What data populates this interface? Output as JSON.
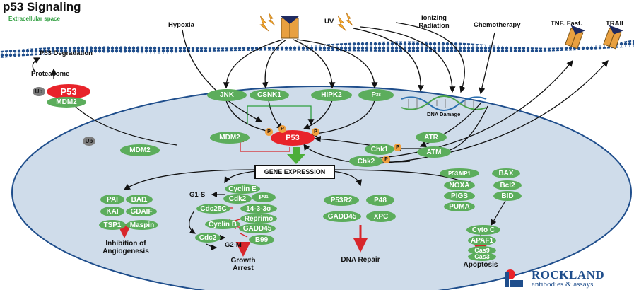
{
  "title": "p53 Signaling",
  "extracellular_label": "Extracellular space",
  "stimuli": {
    "hypoxia": "Hypoxia",
    "uv": "UV",
    "ionizing": "Ionizing\nRadiation",
    "chemotherapy": "Chemotherapy",
    "tnf": "TNF. Fast.",
    "trail": "TRAIL"
  },
  "degradation": {
    "p53_degradation": "P53 Degradation",
    "proteasome": "Proteasome",
    "ub": "Ub",
    "p53": "P53",
    "mdm2": "MDM2"
  },
  "kinases": [
    "JNK",
    "CSNK1",
    "HIPK2",
    "P38"
  ],
  "p38_label": {
    "main": "P",
    "sup": "38"
  },
  "center": {
    "mdm2": "MDM2",
    "p53": "P53",
    "p": "P",
    "chk1": "Chk1",
    "chk2": "Chk2",
    "atr": "ATR",
    "atm": "ATM",
    "dna_damage": "DNA Damage",
    "ub2": "Ub",
    "mdm2_left": "MDM2"
  },
  "gene_expression": "GENE EXPRESSION",
  "angiogenesis": {
    "items": [
      "PAI",
      "BAI1",
      "KAI",
      "GDAIF",
      "TSP1",
      "Maspin"
    ],
    "outcome": "Inhibition of\nAngiogenesis"
  },
  "cell_cycle": {
    "g1s": "G1-S",
    "cyclin_e": "Cyclin E",
    "cdk2": "Cdk2",
    "p21": {
      "main": "P",
      "sup": "21"
    },
    "cdc25c": "Cdc25C",
    "sigma": "14-3-3σ",
    "reprimo": "Reprimo",
    "cyclin_b": "Cyclin B",
    "gadd45": "GADD45",
    "cdc2": "Cdc2",
    "g2m": "G2-M",
    "b99": "B99",
    "outcome": "Growth\nArrest"
  },
  "dna_repair": {
    "items": [
      "P53R2",
      "P48",
      "GADD45",
      "XPC"
    ],
    "outcome": "DNA Repair"
  },
  "apoptosis": {
    "items": [
      "P53AIP1",
      "BAX",
      "NOXA",
      "Bcl2",
      "PIGS",
      "BID",
      "PUMA",
      "Cyto C",
      "APAF1",
      "Cas9",
      "Cas3"
    ],
    "outcome": "Apoptosis"
  },
  "logo": {
    "brand": "ROCKLAND",
    "tagline": "antibodies & assays"
  },
  "colors": {
    "node_green": "#5cad5c",
    "p53_red": "#e8232a",
    "cell_fill": "#cfdcea",
    "membrane_blue": "#1f4e8c",
    "arrow_red": "#d8262b",
    "phospho_orange": "#f0a040"
  }
}
